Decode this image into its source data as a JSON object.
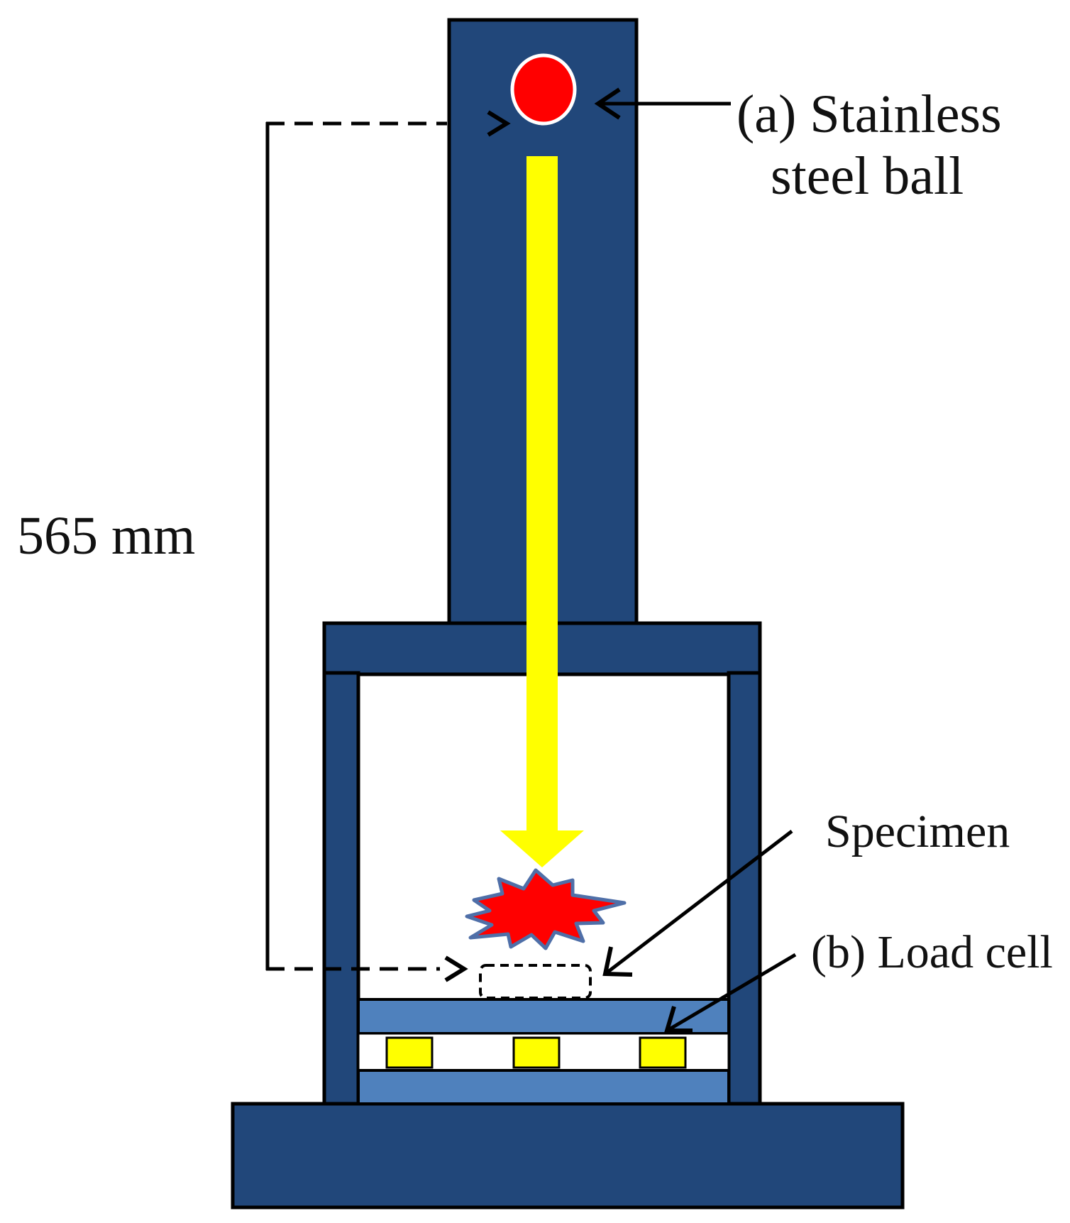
{
  "labels": {
    "stainless_line1": "(a) Stainless",
    "stainless_line2": "steel ball",
    "drop_height": "565 mm",
    "specimen": "Specimen",
    "load_cell": "(b) Load cell"
  },
  "colors": {
    "frame": "#21477a",
    "load_plate": "#4f81bd",
    "drop_arrow": "#ffff00",
    "ball": "#ff0000",
    "impact_burst": "#ff0000",
    "burst_outline": "#4f6fa8",
    "sensor": "#ffff00",
    "outline": "#000000"
  },
  "icons": {
    "ball": "red-circle",
    "impact": "starburst",
    "fall_direction": "down-arrow"
  }
}
